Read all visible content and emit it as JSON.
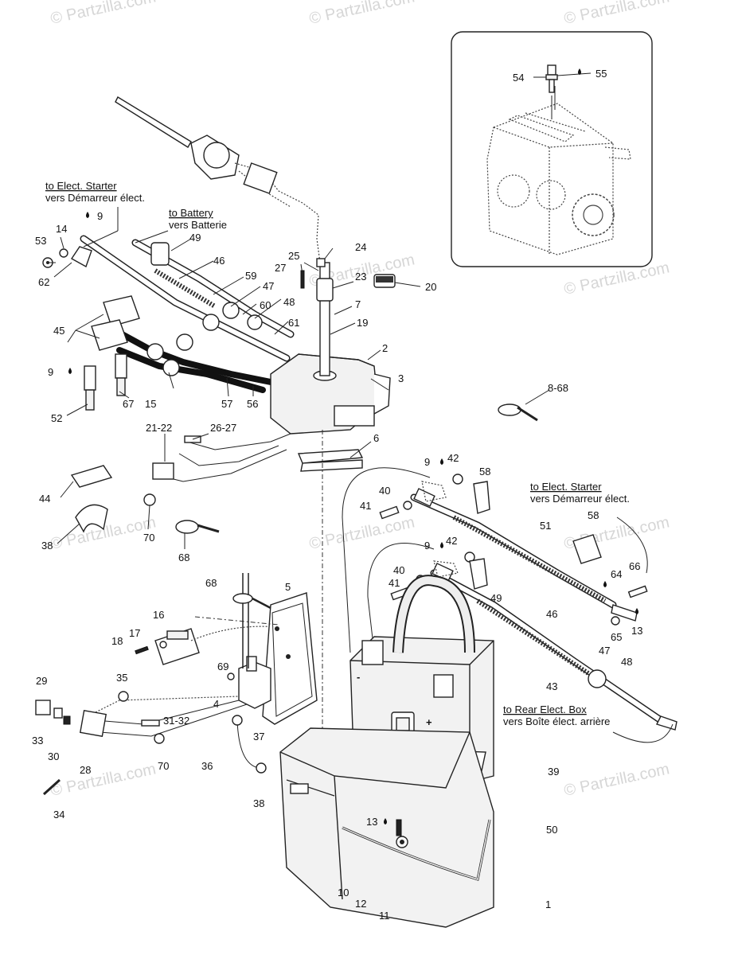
{
  "watermark": "© Partzilla.com",
  "notes": [
    {
      "id": "note-starter-top",
      "line1": "to Elect. Starter",
      "line2": "vers Démarreur élect."
    },
    {
      "id": "note-battery-top",
      "line1": "to Battery",
      "line2": "vers Batterie"
    },
    {
      "id": "note-starter-right",
      "line1": "to Elect. Starter",
      "line2": "vers Démarreur élect."
    },
    {
      "id": "note-rear-box",
      "line1": "to Rear Elect. Box",
      "line2": "vers Boîte élect. arrière"
    }
  ],
  "battery_signs": {
    "minus": "-",
    "plus": "+"
  },
  "callouts": [
    "1",
    "2",
    "3",
    "4",
    "5",
    "6",
    "7",
    "8-68",
    "9",
    "9",
    "9",
    "9",
    "10",
    "11",
    "12",
    "13",
    "13",
    "14",
    "15",
    "16",
    "17",
    "18",
    "19",
    "20",
    "21-22",
    "23",
    "24",
    "25",
    "26-27",
    "27",
    "28",
    "29",
    "30",
    "31-32",
    "33",
    "34",
    "35",
    "36",
    "37",
    "38",
    "38",
    "39",
    "40",
    "40",
    "41",
    "41",
    "42",
    "42",
    "43",
    "44",
    "45",
    "46",
    "46",
    "47",
    "47",
    "48",
    "48",
    "49",
    "49",
    "50",
    "51",
    "52",
    "53",
    "54",
    "55",
    "56",
    "57",
    "58",
    "58",
    "59",
    "60",
    "61",
    "62",
    "64",
    "65",
    "66",
    "67",
    "68",
    "68",
    "69",
    "70",
    "70"
  ]
}
